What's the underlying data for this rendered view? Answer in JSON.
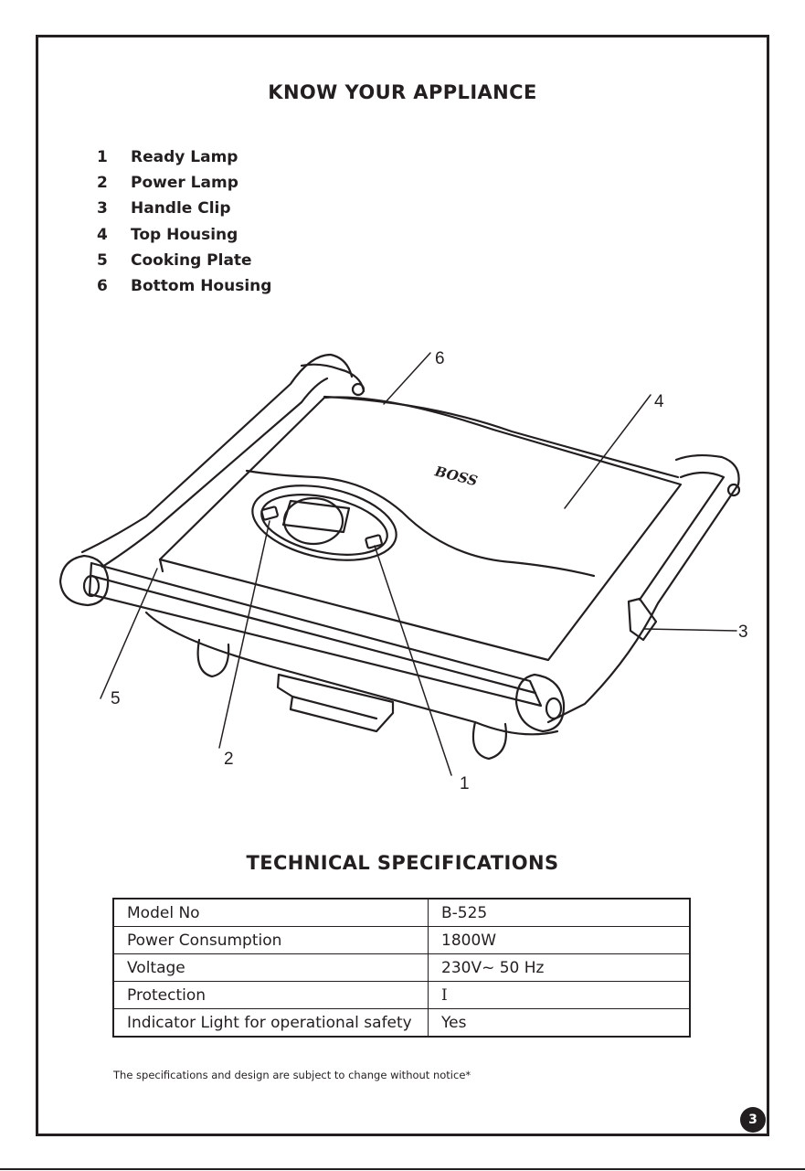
{
  "headings": {
    "know": "KNOW YOUR APPLIANCE",
    "specs": "TECHNICAL SPECIFICATIONS"
  },
  "parts": [
    {
      "num": "1",
      "label": "Ready Lamp"
    },
    {
      "num": "2",
      "label": "Power Lamp"
    },
    {
      "num": "3",
      "label": "Handle Clip"
    },
    {
      "num": "4",
      "label": "Top Housing"
    },
    {
      "num": "5",
      "label": "Cooking Plate"
    },
    {
      "num": "6",
      "label": "Bottom Housing"
    }
  ],
  "diagram": {
    "brand_logo": "BOSS",
    "callouts": [
      "1",
      "2",
      "3",
      "4",
      "5",
      "6"
    ]
  },
  "spec_table": [
    {
      "key": "Model No",
      "value": "B-525"
    },
    {
      "key": "Power Consumption",
      "value": "1800W"
    },
    {
      "key": "Voltage",
      "value": "230V~ 50 Hz"
    },
    {
      "key": "Protection",
      "value": "I"
    },
    {
      "key": "Indicator Light for operational safety",
      "value": "Yes"
    }
  ],
  "footnote": "The specifications and design are subject to change without notice*",
  "page_number": "3"
}
